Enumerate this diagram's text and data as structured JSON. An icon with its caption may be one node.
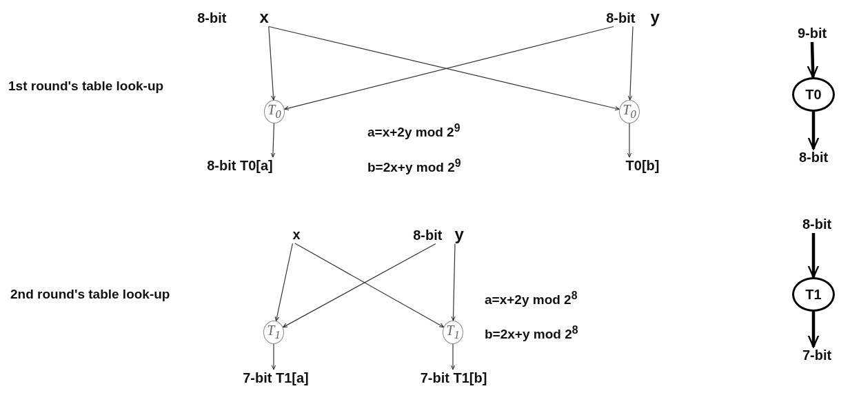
{
  "diagram": {
    "nodes": [
      {
        "text": [
          "8-bit",
          "x"
        ]
      },
      {
        "text": [
          "8-bit",
          "y"
        ]
      },
      {
        "text": [
          "T$_{0}$"
        ]
      },
      {
        "text": [
          "T$_{0}$"
        ]
      },
      {
        "text": [
          "8-bit T0[a]"
        ]
      },
      {
        "text": [
          "T0[b]"
        ]
      },
      {
        "text": [
          "x"
        ]
      },
      {
        "text": [
          "8-bit",
          "y"
        ]
      },
      {
        "text": [
          "T$_{1}$"
        ]
      },
      {
        "text": [
          "T$_{1}$"
        ]
      },
      {
        "text": [
          "7-bit T1[a]"
        ]
      },
      {
        "text": [
          "7-bit T1[b]"
        ]
      },
      {
        "text": [
          "9-bit"
        ]
      },
      {
        "text": [
          "T0"
        ]
      },
      {
        "text": [
          "8-bit"
        ]
      },
      {
        "text": [
          "8-bit"
        ]
      },
      {
        "text": [
          "T1"
        ]
      },
      {
        "text": [
          "7-bit"
        ]
      }
    ],
    "edges": [
      {
        "from": 0,
        "to": 2,
        "arrow": "to"
      },
      {
        "from": 0,
        "to": 3,
        "arrow": "to"
      },
      {
        "from": 1,
        "to": 2,
        "arrow": "to"
      },
      {
        "from": 1,
        "to": 3,
        "arrow": "to"
      },
      {
        "from": 2,
        "to": 4,
        "arrow": "to"
      },
      {
        "from": 3,
        "to": 5,
        "arrow": "to"
      },
      {
        "from": 6,
        "to": 8,
        "arrow": "to"
      },
      {
        "from": 6,
        "to": 9,
        "arrow": "to"
      },
      {
        "from": 7,
        "to": 8,
        "arrow": "to"
      },
      {
        "from": 7,
        "to": 9,
        "arrow": "to"
      },
      {
        "from": 8,
        "to": 10,
        "arrow": "to"
      },
      {
        "from": 9,
        "to": 11,
        "arrow": "to"
      },
      {
        "from": 12,
        "to": 13,
        "arrow": "to",
        "style": "thick"
      },
      {
        "from": 13,
        "to": 14,
        "arrow": "to",
        "style": "thick"
      },
      {
        "from": 15,
        "to": 16,
        "arrow": "to",
        "style": "thick"
      },
      {
        "from": 16,
        "to": 17,
        "arrow": "to",
        "style": "thick"
      }
    ],
    "labels": [
      "1st round's table look-up",
      "a=x+2y mod 2$^{9}$",
      "b=2x+y mod 2$^{9}$",
      "2nd round's table look-up",
      "a=x+2y mod 2$^{8}$",
      "b=2x+y mod 2$^{8}$"
    ]
  }
}
